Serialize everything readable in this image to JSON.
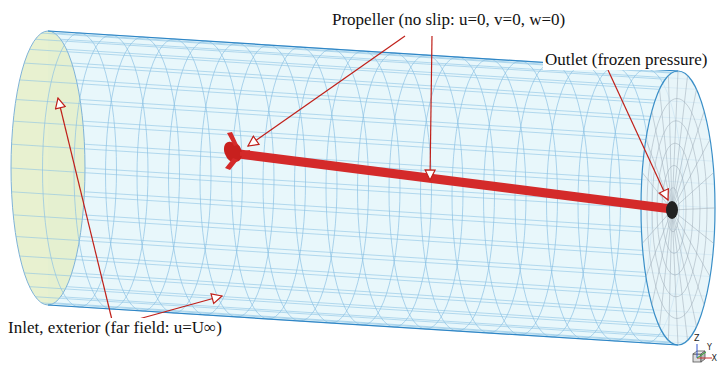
{
  "diagram": {
    "labels": [
      "Propeller (no slip: u=0, v=0, w=0)",
      "Outlet (frozen pressure)",
      "Inlet, exterior (far field: u=U∞)",
      "Z",
      "Y",
      "X"
    ]
  }
}
